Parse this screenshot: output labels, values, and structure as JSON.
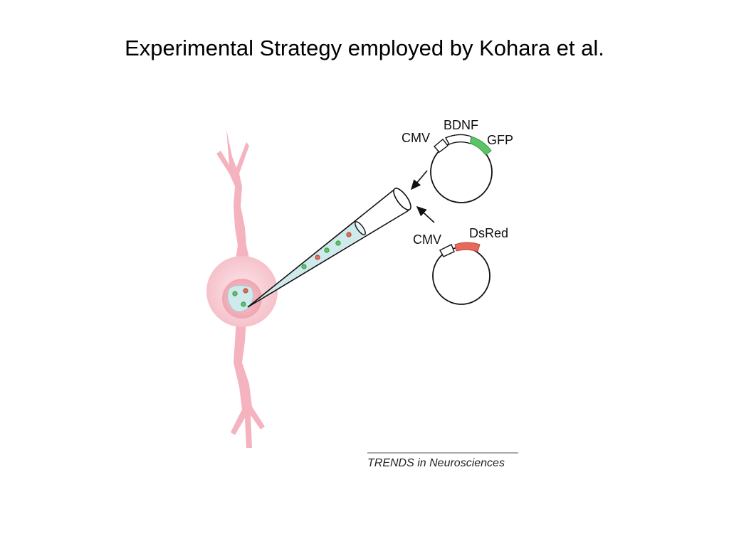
{
  "slide": {
    "title": "Experimental Strategy employed by Kohara et al."
  },
  "plasmid_top": {
    "promoter": "CMV",
    "gene": "BDNF",
    "reporter": "GFP"
  },
  "plasmid_bottom": {
    "promoter": "CMV",
    "reporter": "DsRed"
  },
  "credit": "TRENDS in Neurosciences",
  "colors": {
    "neuron": "#f4b3bf",
    "neuron_light": "#fbe3e7",
    "pipette_fill": "#cfeaea",
    "gfp": "#5cc468",
    "dsred": "#e8695c"
  }
}
